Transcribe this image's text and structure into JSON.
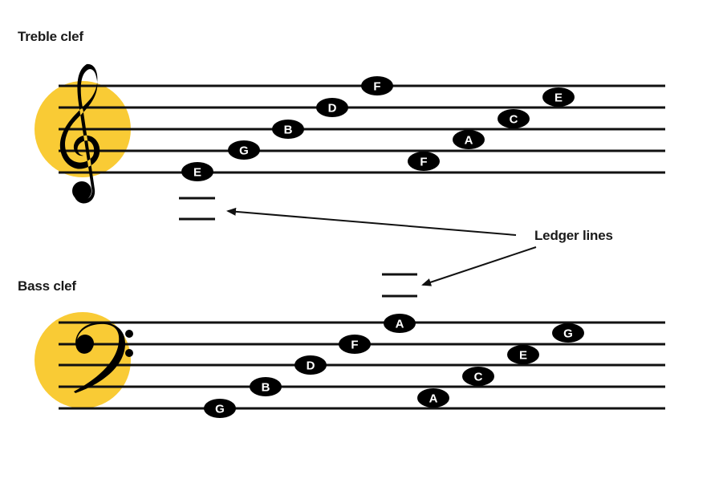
{
  "colors": {
    "accent_yellow": "#F9CB35",
    "ink": "#111111",
    "note_text": "#ffffff"
  },
  "treble": {
    "title": "Treble clef",
    "clef_icon": "treble-clef-icon",
    "line_notes": [
      "E",
      "G",
      "B",
      "D",
      "F"
    ],
    "space_notes": [
      "F",
      "A",
      "C",
      "E"
    ]
  },
  "bass": {
    "title": "Bass clef",
    "clef_icon": "bass-clef-icon",
    "line_notes": [
      "G",
      "B",
      "D",
      "F",
      "A"
    ],
    "space_notes": [
      "A",
      "C",
      "E",
      "G"
    ]
  },
  "annotation": {
    "label": "Ledger lines"
  }
}
